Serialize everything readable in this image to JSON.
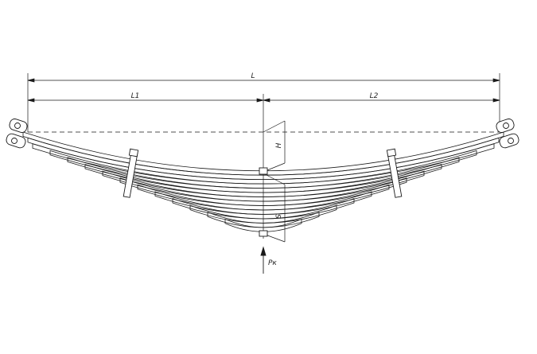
{
  "dimensions": {
    "overall": "L",
    "left_half": "L1",
    "right_half": "L2",
    "height": "H",
    "small": "S"
  },
  "force": "Pк",
  "spring": {
    "leaf_count": 14
  },
  "colors": {
    "line": "#1a1a1a",
    "background": "#ffffff"
  }
}
